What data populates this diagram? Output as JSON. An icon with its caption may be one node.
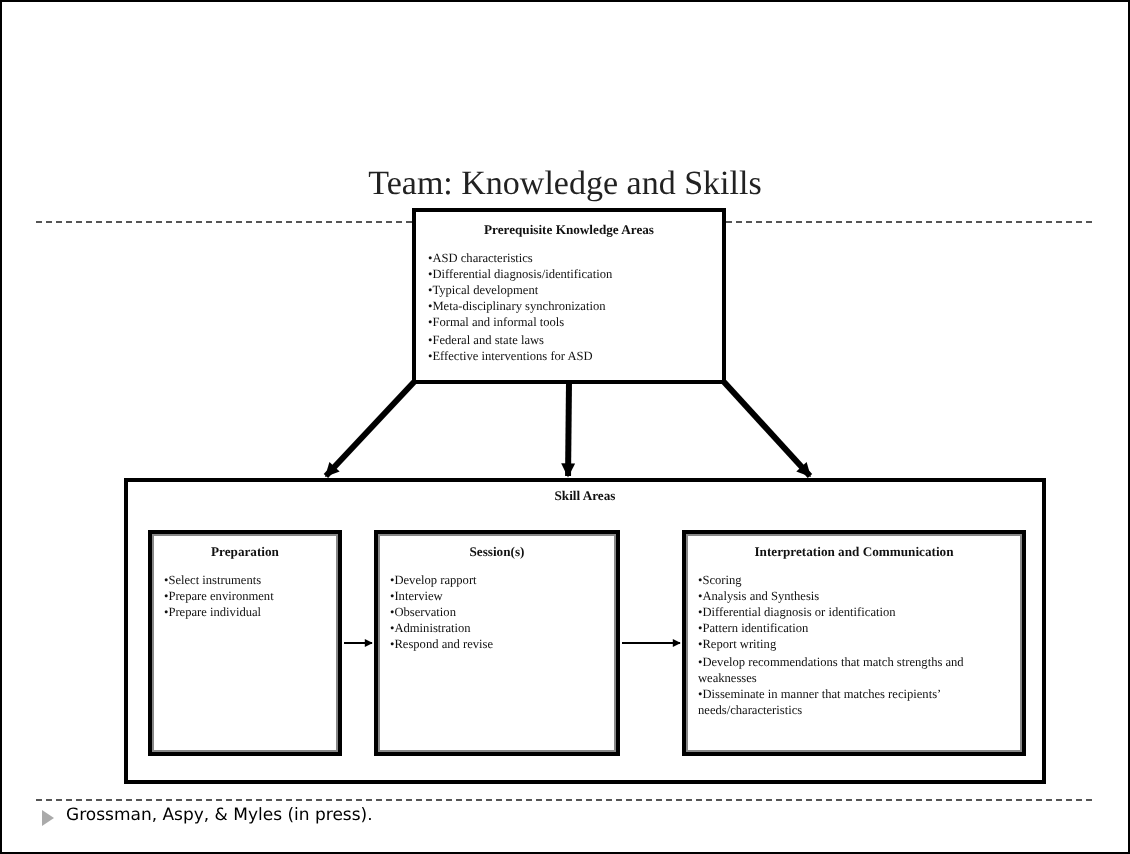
{
  "diagram": {
    "title": "Team: Knowledge and Skills",
    "nodes": [
      {
        "text": [
          "Prerequisite Knowledge Areas",
          "•ASD characteristics",
          "•Differential diagnosis/identification",
          "•Typical development",
          "•Meta-disciplinary synchronization",
          "•Formal and informal tools",
          "•Federal and state laws",
          "•Effective interventions for ASD"
        ]
      },
      {
        "text": [
          "Skill Areas"
        ]
      },
      {
        "text": [
          "Preparation",
          "•Select instruments",
          "•Prepare environment",
          "•Prepare individual"
        ],
        "in": 1
      },
      {
        "text": [
          "Session(s)",
          "•Develop rapport",
          "•Interview",
          "•Observation",
          "•Administration",
          "•Respond and revise"
        ],
        "in": 1
      },
      {
        "text": [
          "Interpretation and Communication",
          "•Scoring",
          "•Analysis and Synthesis",
          "•Differential diagnosis or identification",
          "•Pattern identification",
          "•Report writing",
          "•Develop recommendations that match strengths and weaknesses",
          "•Disseminate in manner that matches recipients’ needs/characteristics"
        ],
        "in": 1
      }
    ],
    "edges": [
      {
        "from": 0,
        "to": 1,
        "arrow": "to"
      },
      {
        "from": 0,
        "to": 1,
        "arrow": "to"
      },
      {
        "from": 0,
        "to": 1,
        "arrow": "to"
      },
      {
        "from": 2,
        "to": 3,
        "arrow": "to"
      },
      {
        "from": 3,
        "to": 4,
        "arrow": "to"
      }
    ],
    "labels": [
      "Grossman, Aspy, & Myles (in press)."
    ]
  }
}
